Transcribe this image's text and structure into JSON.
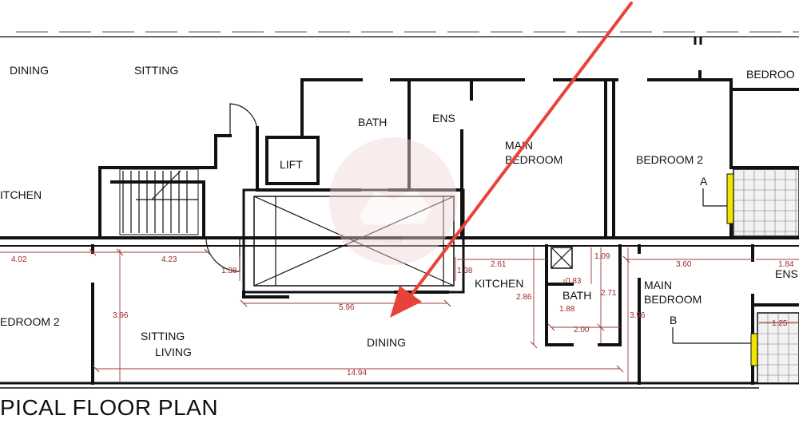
{
  "plan": {
    "title": "PICAL FLOOR PLAN",
    "watermark": "sotearamalta",
    "section_marks": {
      "a": "A",
      "b": "B"
    },
    "upper_rooms": {
      "dining": "DINING",
      "sitting": "SITTING",
      "kitchen": "ITCHEN",
      "lift": "LIFT",
      "bath": "BATH",
      "ens": "ENS",
      "main_bedroom_line1": "MAIN",
      "main_bedroom_line2": "BEDROOM",
      "bedroom_2": "BEDROOM 2",
      "bedroom_right": "BEDROO"
    },
    "lower_rooms": {
      "bedroom_2": "EDROOM 2",
      "sitting": "SITTING",
      "living": "LIVING",
      "dining": "DINING",
      "kitchen": "KITCHEN",
      "bath": "BATH",
      "main_bedroom_line1": "MAIN",
      "main_bedroom_line2": "BEDROOM",
      "ens": "ENS"
    },
    "dimensions": {
      "d402": "4.02",
      "d423": "4.23",
      "d138_left": "1.38",
      "d396_left": "3.96",
      "d596": "5.96",
      "d1494": "14.94",
      "d138_right": "1.38",
      "d261": "2.61",
      "d286": "2.86",
      "d109": "1.09",
      "d083": "0.83",
      "d188": "1.88",
      "d271": "2.71",
      "d200": "2.00",
      "d396_right": "3.96",
      "d360": "3.60",
      "d184": "1.84",
      "d125": "1.25"
    },
    "annotation": {
      "color": "#e8433a"
    }
  }
}
